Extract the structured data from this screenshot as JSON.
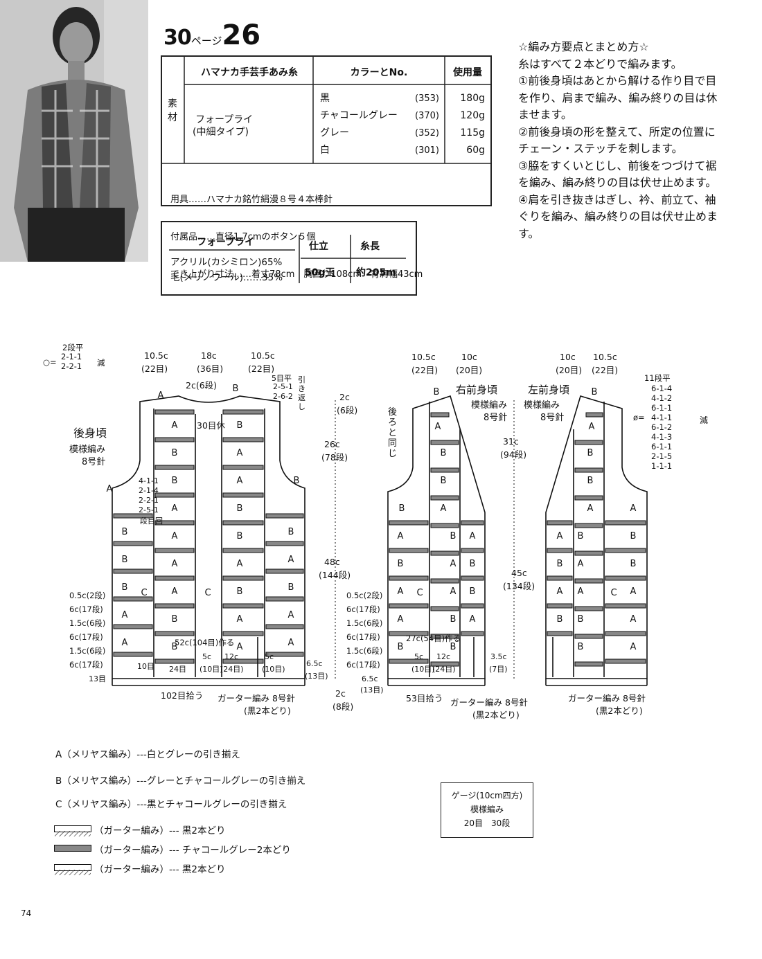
{
  "header": {
    "num1": "30",
    "page_label": "ページ",
    "num2": "26"
  },
  "materials": {
    "headers": [
      "ハマナカ手芸手あみ糸",
      "カラーとNo.",
      "使用量"
    ],
    "row_label": "素材",
    "yarn_name": "フォープライ",
    "yarn_type": "(中細タイプ)",
    "colors": [
      {
        "name": "黒",
        "no": "(353)",
        "amount": "180g"
      },
      {
        "name": "チャコールグレー",
        "no": "(370)",
        "amount": "120g"
      },
      {
        "name": "グレー",
        "no": "(352)",
        "amount": "115g"
      },
      {
        "name": "白",
        "no": "(301)",
        "amount": "60g"
      }
    ],
    "tools": [
      "用具……ハマナカ銘竹絹漫８号４本棒針",
      "付属品……直径1.7cmのボタン５個",
      "でき上がり寸法……着丈78cm　胸回り108cm　背肩幅43cm"
    ]
  },
  "yarn_info": {
    "name": "フォープライ",
    "content": [
      "アクリル(カシミロン)65%",
      "毛(メリノウール)……35%"
    ],
    "h_finish": "仕立",
    "h_length": "糸長",
    "finish": "50g玉",
    "length": "約205m"
  },
  "notes": {
    "title": "☆編み方要点とまとめ方☆",
    "lines": [
      "糸はすべて２本どりで編みます。",
      "①前後身頃はあとから解ける作り目で目",
      "を作り、肩まで編み、編み終りの目は休",
      "ませます。",
      "②前後身頃の形を整えて、所定の位置に",
      "チェーン・ステッチを刺します。",
      "③脇をすくいとじし、前後をつづけて裾",
      "を編み、編み終りの目は伏せ止めます。",
      "④肩を引き抜きはぎし、衿、前立て、袖",
      "ぐりを編み、編み終りの目は伏せ止めま",
      "す。"
    ]
  },
  "diagram": {
    "back_title": "後身頃",
    "right_front_title": "右前身頃",
    "left_front_title": "左前身頃",
    "pattern": "模様編み",
    "needle": "8号針",
    "back_top_widths": [
      "10.5c",
      "(22目)",
      "18c",
      "(36目)",
      "10.5c",
      "(22目)"
    ],
    "front_widths": [
      "10.5c",
      "(22目)",
      "10c",
      "(20目)"
    ],
    "left_widths": [
      "10c",
      "(20目)",
      "10.5c",
      "(22目)"
    ],
    "dec_note_a": "2段平",
    "dec_note_b": "2-1-1",
    "dec_note_c": "2-2-1",
    "dec_note_circle": "○=",
    "dec_word": "減",
    "neck_a": "2c(6段)",
    "neck_b": "30目休",
    "shoulder_a": "5目平",
    "shoulder_b": "2-5-1",
    "shoulder_c": "2-6-2",
    "shoulder_d": "引き返し",
    "arm_dec": [
      "4-1-1",
      "2-1-4",
      "2-2-1",
      "2-5-1",
      "段目回"
    ],
    "height_labels": [
      "2c",
      "(6段)",
      "26c",
      "(78段)",
      "48c",
      "(144段)",
      "31c",
      "(94段)",
      "45c",
      "(134段)"
    ],
    "left_rows": [
      "0.5c(2段)",
      "6c(17段)",
      "1.5c(6段)",
      "6c(17段)",
      "1.5c(6段)",
      "6c(17段)"
    ],
    "bottom_back": [
      "52c(104目)作る",
      "10目",
      "24目",
      "5c",
      "(10目)",
      "12c",
      "(24目)",
      "5c",
      "(10目)",
      "6.5c",
      "(13目)",
      "13目"
    ],
    "bottom_front": [
      "27c(54目)作る",
      "5c",
      "(10目)",
      "12c",
      "(24目)",
      "3.5c",
      "(7目)",
      "6.5c",
      "(13目)"
    ],
    "pick_back": "102目拾う",
    "pick_front": "53目拾う",
    "garter": "ガーター編み 8号針",
    "garter2": "(黒2本どり)",
    "hem": "2c",
    "hem2": "(8段)",
    "same_as_back": "後ろと同じ",
    "front_dec": [
      "11段平",
      "6-1-4",
      "4-1-2",
      "6-1-1",
      "4-1-1",
      "6-1-2",
      "4-1-3",
      "6-1-1",
      "2-1-5",
      "1-1-1"
    ],
    "phi": "ø="
  },
  "legend": [
    "A（メリヤス編み）---白とグレーの引き揃え",
    "B（メリヤス編み）---グレーとチャコールグレーの引き揃え",
    "C（メリヤス編み）---黒とチャコールグレーの引き揃え",
    "（ガーター編み）--- 黒2本どり",
    "（ガーター編み）--- チャコールグレー2本どり",
    "（ガーター編み）--- 黒2本どり"
  ],
  "gauge": {
    "title": "ゲージ(10cm四方)",
    "pattern": "模様編み",
    "value": "20目　30段"
  },
  "page_number": "74"
}
